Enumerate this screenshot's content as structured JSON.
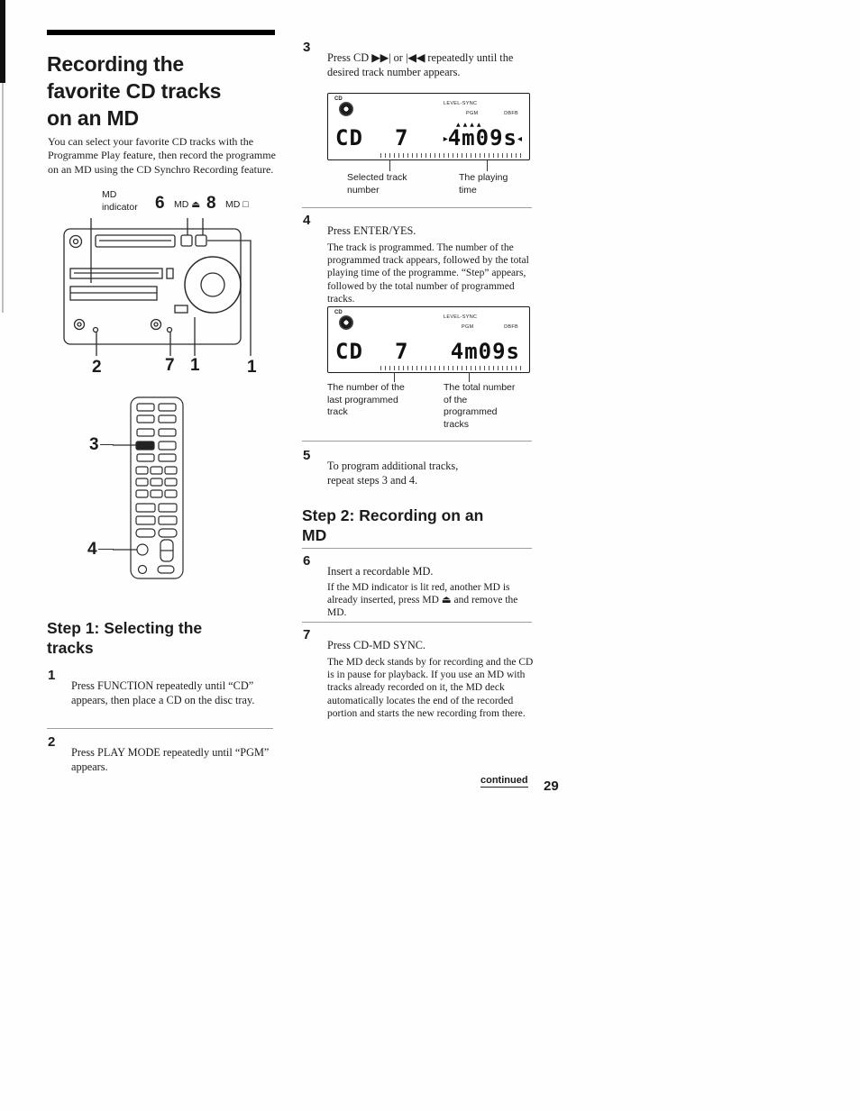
{
  "left": {
    "title": "Recording the\nfavorite CD tracks\non an MD",
    "intro": "You can select your favorite CD tracks with the Programme Play feature, then record the programme on an MD using the CD Synchro Recording feature.",
    "device": {
      "md_indicator": "MD\nindicator",
      "n6": "6",
      "md_eject": "MD ⏏",
      "n8": "8",
      "md_rec": "MD □",
      "n2": "2",
      "n7": "7",
      "n1a": "1",
      "n1b": "1"
    },
    "remote": {
      "n3": "3",
      "n4": "4"
    },
    "step1_heading": "Step 1: Selecting the\ntracks",
    "step1": {
      "num": "1",
      "text": "Press FUNCTION repeatedly until “CD” appears, then place a CD on the disc tray."
    },
    "step2": {
      "num": "2",
      "text": "Press PLAY MODE repeatedly until “PGM” appears."
    }
  },
  "right": {
    "step3": {
      "num": "3",
      "text": "Press CD ▶▶| or |◀◀ repeatedly until the desired track number appears."
    },
    "display1": {
      "cd_icon_label": "CD",
      "level_sync": "LEVEL-SYNC",
      "pgm": "PGM",
      "dbfb": "DBFB",
      "main_cd": "CD",
      "track": "7",
      "arrows": "▲▲▲▲",
      "marker_left": "▸",
      "marker_right": "◂",
      "time": "4m09s",
      "label_track": "Selected track\nnumber",
      "label_time": "The playing\ntime"
    },
    "step4": {
      "num": "4",
      "title": "Press ENTER/YES.",
      "body": "The track is programmed. The number of the programmed track appears, followed by the total playing time of the programme. “Step” appears, followed by the total number of programmed tracks."
    },
    "display2": {
      "cd_icon_label": "CD",
      "level_sync": "LEVEL-SYNC",
      "pgm": "PGM",
      "dbfb": "DBFB",
      "main_cd": "CD",
      "track": "7",
      "time": "4m09s",
      "label_left": "The number of the\nlast programmed\ntrack",
      "label_right": "The total number\nof the\nprogrammed\ntracks"
    },
    "step5": {
      "num": "5",
      "text": "To program additional tracks,\nrepeat steps 3 and 4."
    },
    "step2_heading": "Step 2: Recording on an\nMD",
    "step6": {
      "num": "6",
      "title": "Insert a recordable MD.",
      "body": "If the MD indicator is lit red, another MD is already inserted, press MD ⏏ and remove the MD."
    },
    "step7": {
      "num": "7",
      "title": "Press CD-MD SYNC.",
      "body": "The MD deck stands by for recording and the CD is in pause for playback. If you use an MD with tracks already recorded on it, the MD deck automatically locates the end of the recorded portion and starts the new recording from there."
    }
  },
  "footer": {
    "continued": "continued",
    "page_number": "29"
  }
}
